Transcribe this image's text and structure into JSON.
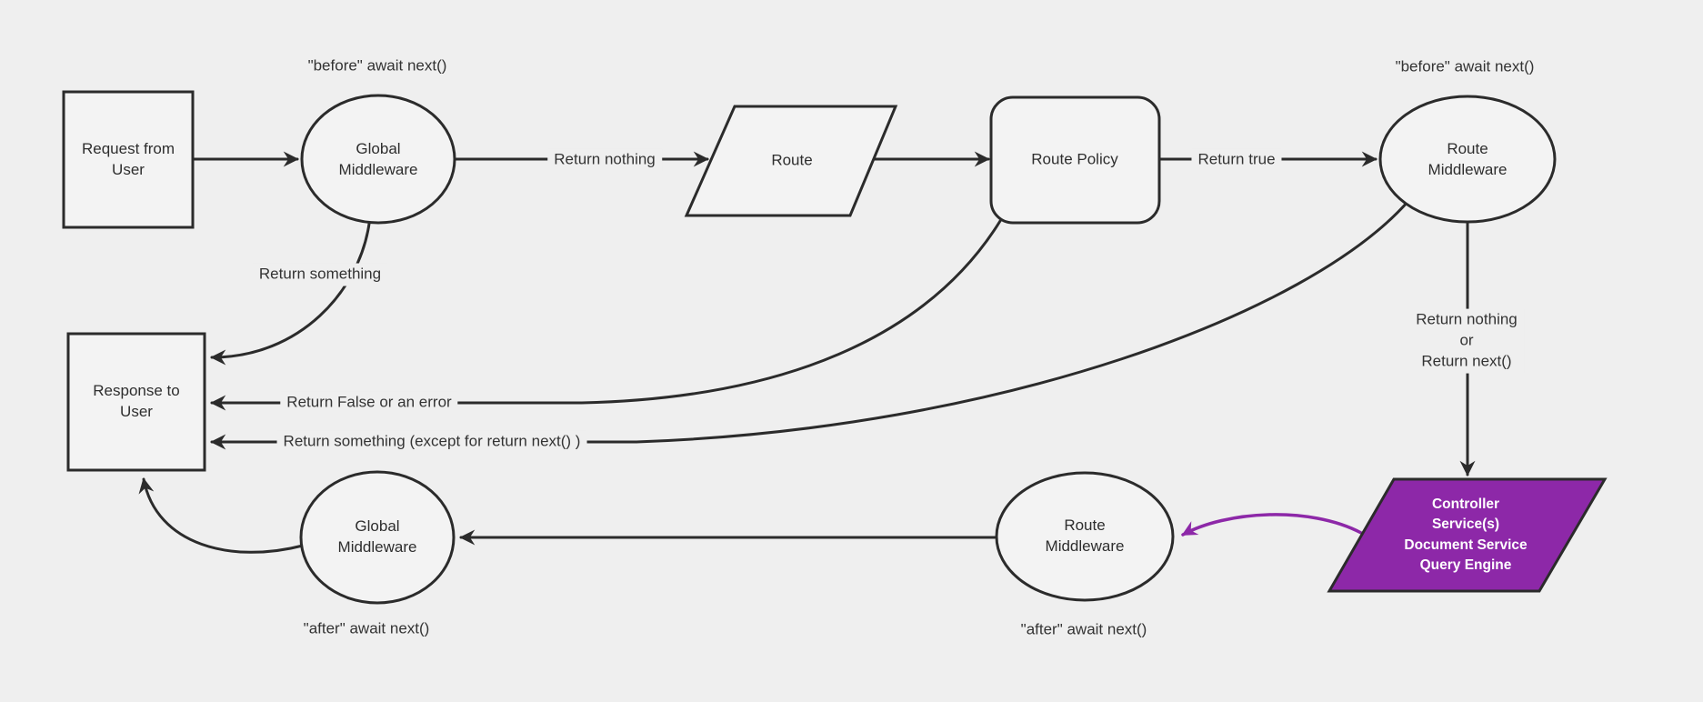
{
  "theme": {
    "background": "#efefef",
    "node_fill": "#f3f3f3",
    "line_color": "#2b2b2b",
    "text_color": "#333333",
    "accent_purple": "#8d28a8",
    "purple_text_color": "#ffffff"
  },
  "nodes": {
    "request": {
      "label": "Request from\nUser",
      "shape": "rectangle"
    },
    "global_mw_top": {
      "label": "Global\nMiddleware",
      "shape": "ellipse"
    },
    "route": {
      "label": "Route",
      "shape": "parallelogram"
    },
    "route_policy": {
      "label": "Route Policy",
      "shape": "rounded-rectangle"
    },
    "route_mw_top": {
      "label": "Route\nMiddleware",
      "shape": "ellipse"
    },
    "response": {
      "label": "Response to\nUser",
      "shape": "rectangle"
    },
    "global_mw_bottom": {
      "label": "Global\nMiddleware",
      "shape": "ellipse"
    },
    "route_mw_bottom": {
      "label": "Route\nMiddleware",
      "shape": "ellipse"
    },
    "controller": {
      "label": "Controller\nService(s)\nDocument Service\nQuery Engine",
      "shape": "parallelogram"
    }
  },
  "annotations": {
    "before_global": "\"before\" await next()",
    "before_route": "\"before\" await next()",
    "after_global": "\"after\" await next()",
    "after_route": "\"after\" await next()"
  },
  "edge_labels": {
    "return_nothing": "Return nothing",
    "return_true": "Return true",
    "return_something": "Return something",
    "return_false": "Return False or an error",
    "return_something_except": "Return something (except for return next() )",
    "return_nothing_or_next": "Return nothing\nor\nReturn next()"
  }
}
